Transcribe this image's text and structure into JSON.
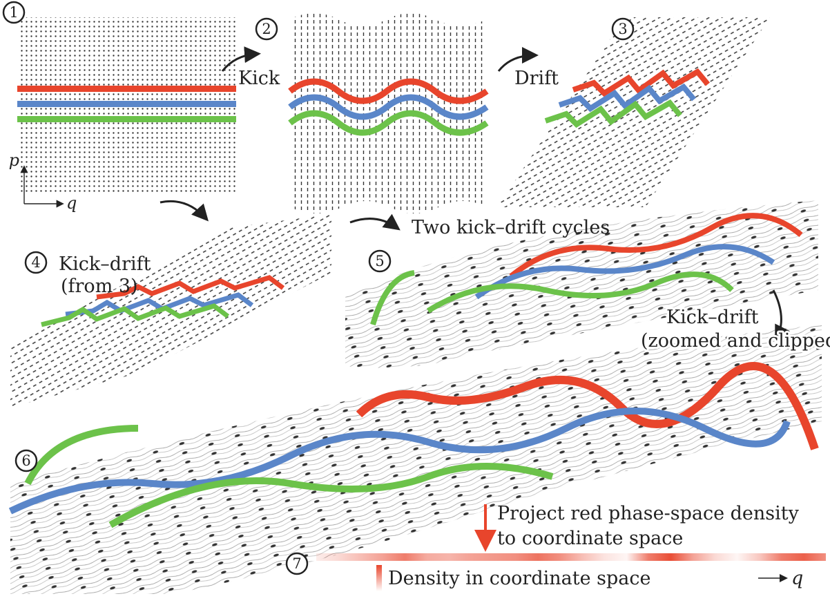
{
  "step_numbers": [
    "1",
    "2",
    "3",
    "4",
    "5",
    "6",
    "7"
  ],
  "axes": {
    "p_label": "p",
    "q_label": "q"
  },
  "labels": {
    "kick": "Kick",
    "drift": "Drift",
    "kick_drift_from3_line1": "Kick–drift",
    "kick_drift_from3_line2": "(from 3)",
    "two_cycles": "Two kick–drift cycles",
    "kick_drift_zoom_line1": "Kick–drift",
    "kick_drift_zoom_line2": "(zoomed and clipped)",
    "project_line1": "Project red phase-space density",
    "project_line2": "to coordinate space",
    "density_legend": "Density in coordinate space",
    "density_axis": "q"
  },
  "colors": {
    "red": "#e8452c",
    "blue": "#5a86c9",
    "green": "#6cc24a",
    "ink": "#222222"
  },
  "density_profile": [
    0.1,
    0.2,
    0.35,
    0.5,
    0.7,
    0.45,
    0.4,
    0.5,
    0.55,
    0.6,
    0.75,
    0.6,
    0.35,
    0.15,
    0.05,
    0.7,
    0.95,
    0.5,
    0.2,
    0.05,
    0.3,
    0.7,
    0.85,
    0.6
  ]
}
